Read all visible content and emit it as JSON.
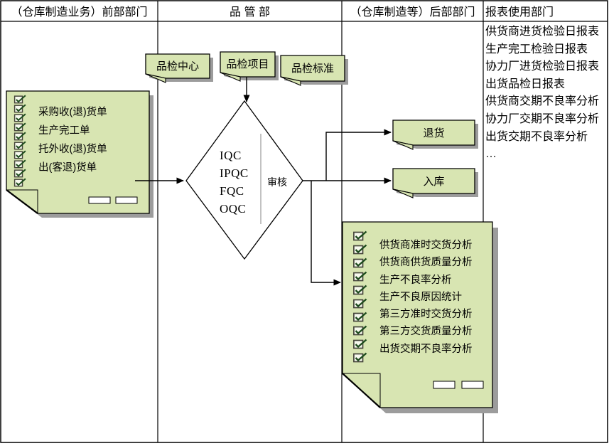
{
  "colors": {
    "shape_fill": "#d8e5b2",
    "shape_border": "#000000",
    "shadow": "#9c9c9c",
    "checkbox_check": "#1c4a1c",
    "decision_divider": "#9a9a9a"
  },
  "lanes": [
    {
      "label": "（仓库制造业务）前部部门"
    },
    {
      "label": "品 管 部"
    },
    {
      "label": "（仓库制造等）后部部门"
    },
    {
      "label": "报表使用部门"
    }
  ],
  "source_doc": {
    "items": [
      "采购收(退)货单",
      "生产完工单",
      "托外收(退)货单",
      "出(客退)货单"
    ]
  },
  "qc_boxes": [
    {
      "label": "品检中心"
    },
    {
      "label": "品检项目"
    },
    {
      "label": "品检标准"
    }
  ],
  "decision": {
    "lines": [
      "IQC",
      "IPQC",
      "FQC",
      "OQC"
    ],
    "side_label": "审核"
  },
  "outcomes": [
    {
      "label": "退货"
    },
    {
      "label": "入库"
    }
  ],
  "analysis_doc": {
    "items": [
      "供货商准时交货分析",
      "供货商供货质量分析",
      "生产不良率分析",
      "生产不良原因统计",
      "第三方准时交货分析",
      "第三方交货质量分析",
      "出货交期不良率分析"
    ]
  },
  "reports": {
    "items": [
      "供货商进货检验日报表",
      "生产完工检验日报表",
      "协力厂进货检验日报表",
      "出货品检日报表",
      "供货商交期不良率分析",
      "协力厂交期不良率分析",
      "出货交期不良率分析",
      "…"
    ]
  }
}
